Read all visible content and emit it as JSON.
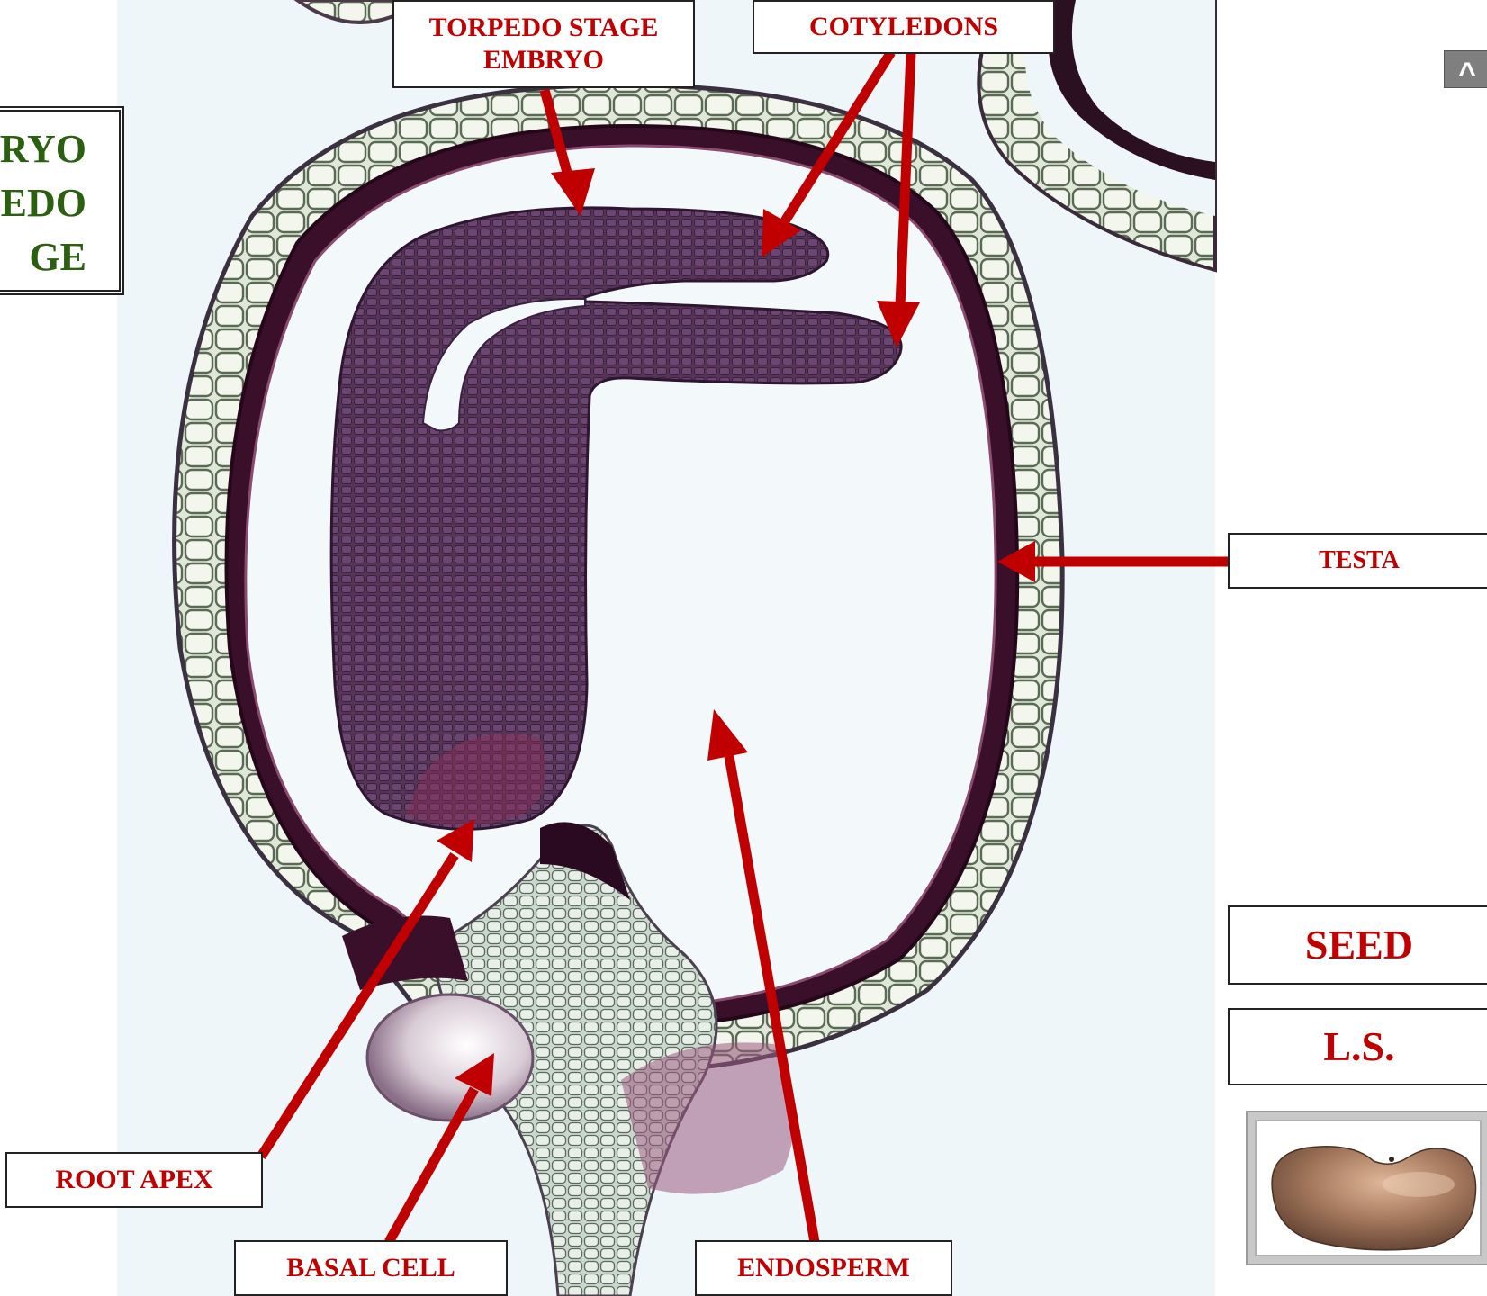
{
  "title_fragment": [
    "RYO",
    "EDO",
    "GE"
  ],
  "nav": {
    "up_label": "^"
  },
  "labels": {
    "torpedo_line1": "TORPEDO STAGE",
    "torpedo_line2": "EMBRYO",
    "cotyledons": "COTYLEDONS",
    "testa": "TESTA",
    "root_apex": "ROOT APEX",
    "basal_cell": "BASAL CELL",
    "endosperm": "ENDOSPERM",
    "seed": "SEED",
    "ls": "L.S."
  },
  "colors": {
    "arrow": "#c00000",
    "label_text": "#c00000",
    "title_text": "#2a6010",
    "embryo_tissue": "#4f2d4f",
    "background_tissue": "#eef6fa",
    "seed_coat": "#a4764f"
  },
  "icons": {
    "nav": "caret-up-icon",
    "thumbnail": "kidney-bean-seed-icon"
  }
}
